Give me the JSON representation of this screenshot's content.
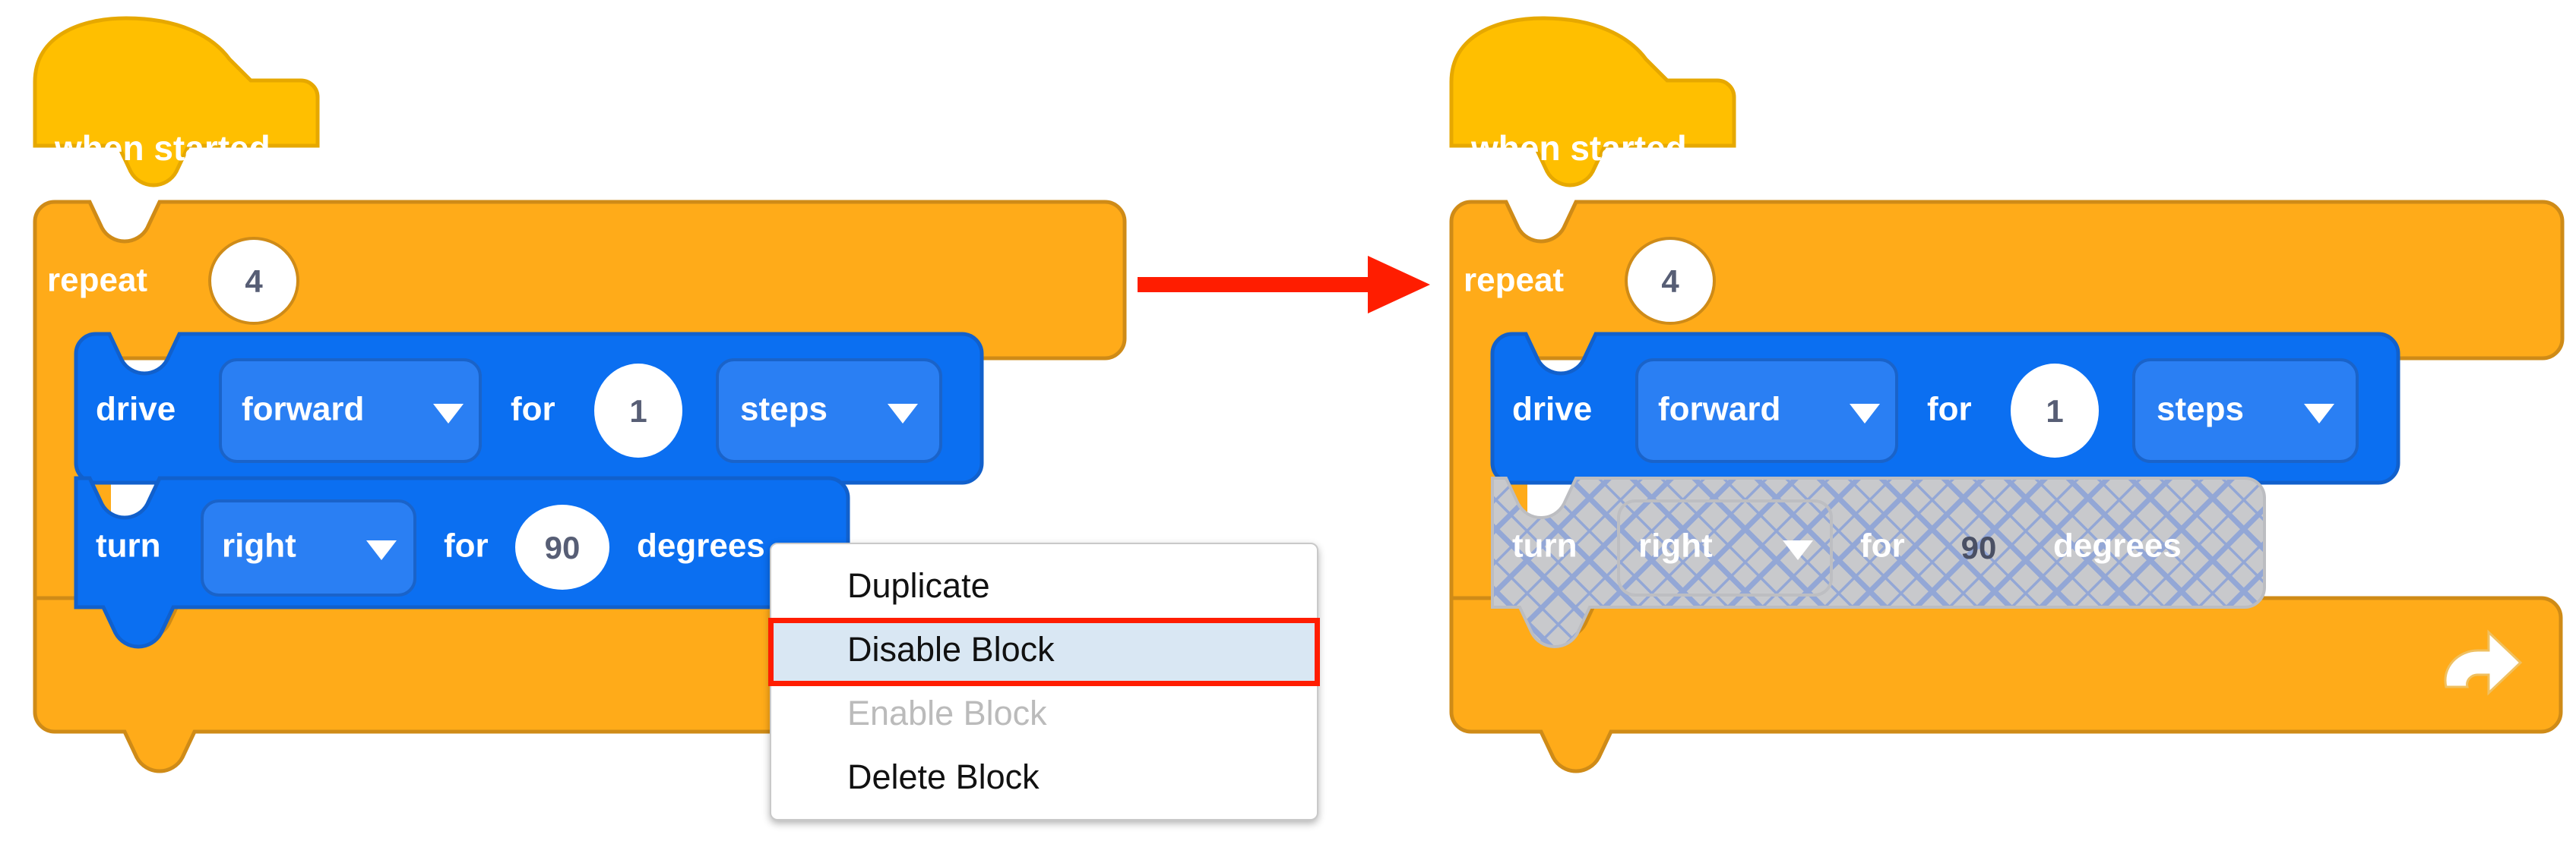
{
  "scene": {
    "kind": "block-programming-editor",
    "description": "VEX VR / Scratch-style block workspace showing a before-and-after of disabling a block"
  },
  "colors": {
    "hat_block": "#ffbf00",
    "hat_block_stroke": "#e6a800",
    "control_block": "#ffab19",
    "control_block_stroke": "#cf8b17",
    "motion_block": "#0b6ff1",
    "motion_block_stroke": "#1160cc",
    "motion_field": "#2a7ff3",
    "motion_field_stroke": "#1a63c9",
    "number_bubble": "#ffffff",
    "number_text": "#575e75",
    "disabled_fill": "#c8c9cc",
    "disabled_hatch": "#93a7d6",
    "arrow_red": "#ff1d00",
    "menu_bg": "#ffffff",
    "menu_border": "#c9c9c9",
    "menu_highlight_bg": "#d9e7f3",
    "menu_highlight_outline": "#ff1d00",
    "menu_text": "#111111",
    "menu_text_disabled": "#bbbbbb"
  },
  "left_panel": {
    "name": "before",
    "hat_block": {
      "label": "when started"
    },
    "repeat_block": {
      "label": "repeat",
      "count": "4"
    },
    "drive_block": {
      "verb": "drive",
      "direction": "forward",
      "connector": "for",
      "amount": "1",
      "unit": "steps",
      "direction_dropdown_icon": "chevron-down-icon",
      "unit_dropdown_icon": "chevron-down-icon"
    },
    "turn_block": {
      "verb": "turn",
      "direction": "right",
      "connector": "for",
      "amount": "90",
      "unit": "degrees",
      "direction_dropdown_icon": "chevron-down-icon",
      "disabled": false
    }
  },
  "right_panel": {
    "name": "after",
    "hat_block": {
      "label": "when started"
    },
    "repeat_block": {
      "label": "repeat",
      "count": "4",
      "loop_icon": "loop-arrow-icon"
    },
    "drive_block": {
      "verb": "drive",
      "direction": "forward",
      "connector": "for",
      "amount": "1",
      "unit": "steps",
      "direction_dropdown_icon": "chevron-down-icon",
      "unit_dropdown_icon": "chevron-down-icon"
    },
    "turn_block": {
      "verb": "turn",
      "direction": "right",
      "connector": "for",
      "amount": "90",
      "unit": "degrees",
      "direction_dropdown_icon": "chevron-down-icon",
      "disabled": true
    }
  },
  "transition_arrow": {
    "icon": "arrow-right-icon",
    "color": "#ff1d00"
  },
  "context_menu": {
    "items": [
      {
        "label": "Duplicate",
        "state": "normal"
      },
      {
        "label": "Disable Block",
        "state": "highlighted"
      },
      {
        "label": "Enable Block",
        "state": "disabled"
      },
      {
        "label": "Delete Block",
        "state": "normal"
      }
    ]
  }
}
